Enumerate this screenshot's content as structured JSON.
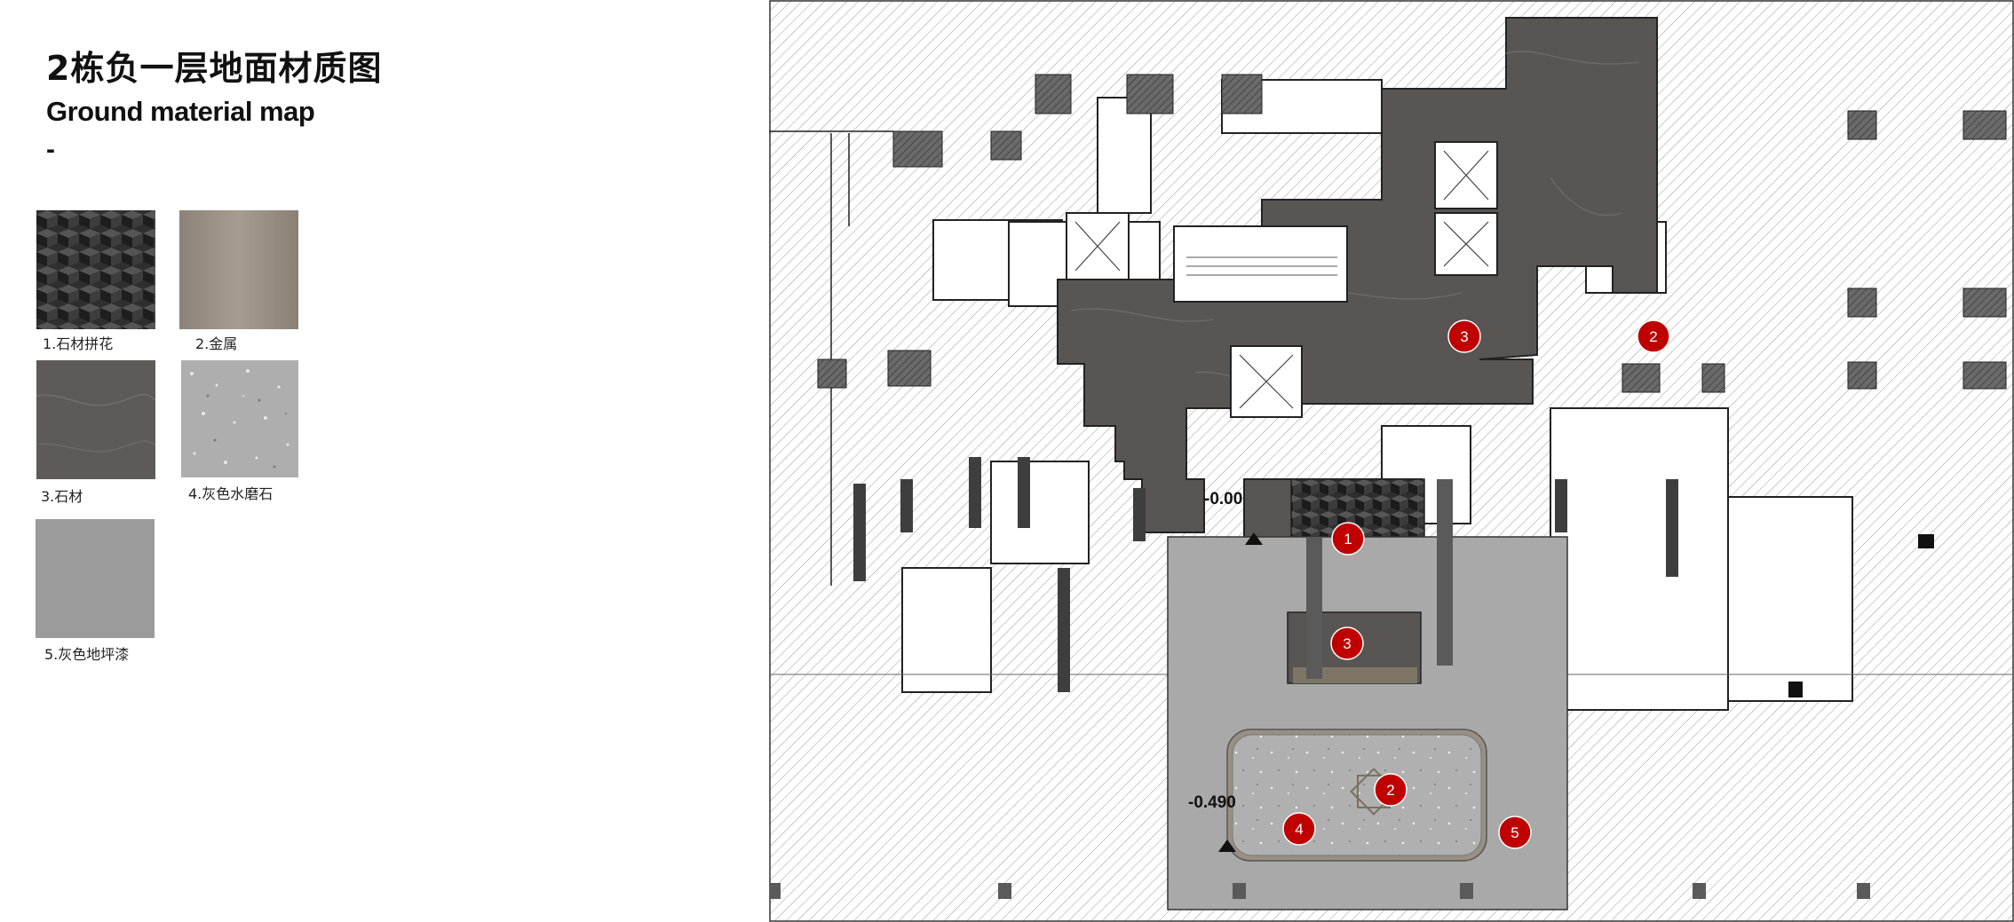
{
  "title_cn": "2栋负一层地面材质图",
  "title_en": "Ground material map",
  "dash": "-",
  "legend": [
    {
      "label": "1.石材拼花",
      "color": "#3a3a3a"
    },
    {
      "label": "2.金属",
      "color": "#9a8f84"
    },
    {
      "label": "3.石材",
      "color": "#5e5a57"
    },
    {
      "label": "4.灰色水磨石",
      "color": "#b2b2b2"
    },
    {
      "label": "5.灰色地坪漆",
      "color": "#9b9b9b"
    }
  ],
  "levels": [
    "-0.00",
    "-0.490"
  ],
  "markers": [
    "3",
    "2",
    "1",
    "3",
    "2",
    "4",
    "5"
  ]
}
